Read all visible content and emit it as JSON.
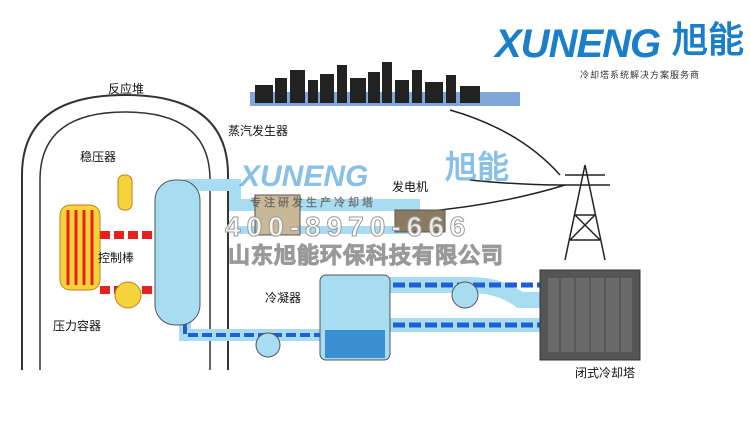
{
  "brand": {
    "logo_latin": "XUNENG",
    "logo_cn": "旭能",
    "tagline": "冷却塔系统解决方案服务商"
  },
  "watermark": {
    "logo_latin": "XUNENG",
    "logo_cn": "旭能",
    "slogan": "专注研发生产冷却塔",
    "phone": "400-8970-666",
    "company": "山东旭能环保科技有限公司"
  },
  "labels": {
    "reactor": "反应堆",
    "pressurizer": "稳压器",
    "steam_generator": "蒸汽发生器",
    "control_rod": "控制棒",
    "pressure_vessel": "压力容器",
    "generator": "发电机",
    "condenser": "冷凝器",
    "cooling_tower": "闭式冷却塔"
  },
  "colors": {
    "hot": "#e8211c",
    "cold": "#1f5fd6",
    "water": "#a8dcf0",
    "brand": "#1a7fc8"
  }
}
